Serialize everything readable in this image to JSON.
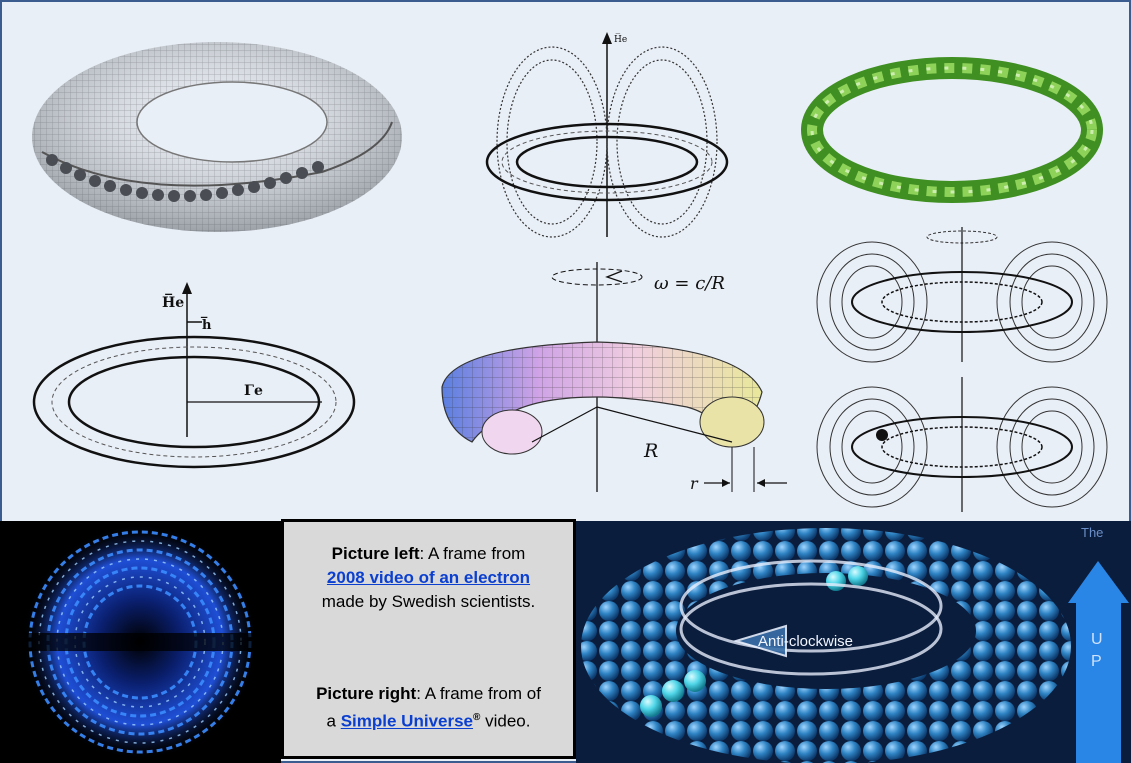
{
  "diagrams": {
    "omega_label": "ω = c/R",
    "R_label": "R",
    "r_label": "r",
    "He_label": "H̅e",
    "h_label": "h̅",
    "re_label": "Γe"
  },
  "caption": {
    "left_bold": "Picture left",
    "left_text_1": ": A frame from",
    "left_link": "2008 video of an electron",
    "left_text_2": "made by Swedish scientists.",
    "right_bold": "Picture right",
    "right_text_1": ": A frame from of",
    "right_text_pre": "a ",
    "right_link": "Simple Universe",
    "right_reg": "®",
    "right_text_2": " video."
  },
  "photo_right": {
    "arrow_label": "Anti-clockwise",
    "up_letter_1": "U",
    "up_letter_2": "P",
    "corner_text": "The"
  },
  "colors": {
    "frame_border": "#3b5c8e",
    "background": "#e9eff7",
    "link": "#0b3fd0",
    "sphere_blue": "#2f84c4",
    "sphere_cyan": "#4fd6e8"
  }
}
